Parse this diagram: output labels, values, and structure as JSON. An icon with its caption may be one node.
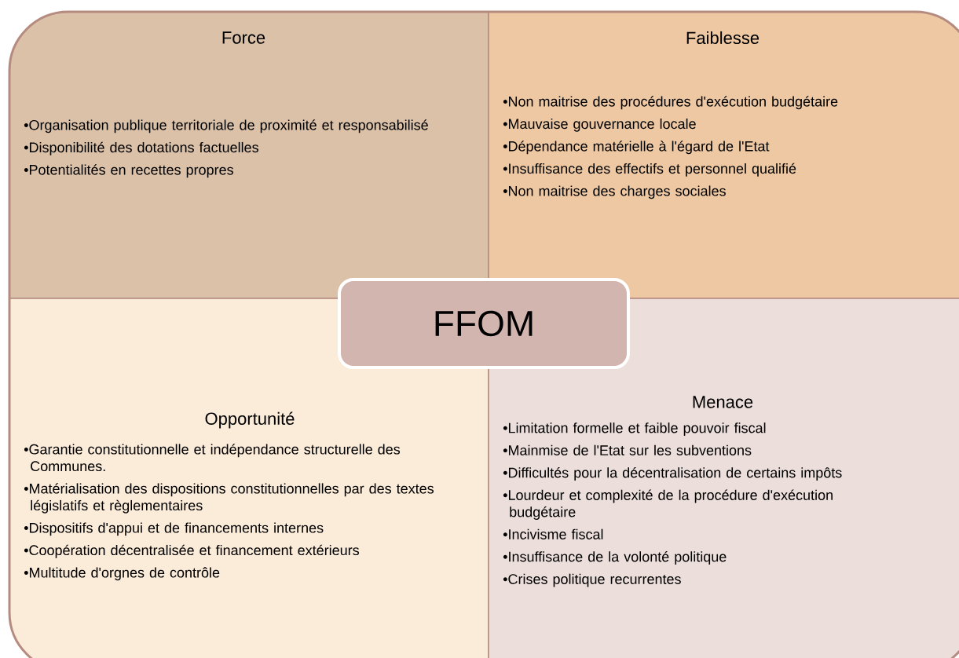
{
  "diagram": {
    "nodes": [
      {
        "text": [
          "Force",
          "•Organisation publique territoriale de proximité et responsabilisé",
          "•Disponibilité des dotations factuelles",
          "•Potentialités en recettes propres"
        ]
      },
      {
        "text": [
          "Faiblesse",
          "•Non maitrise des procédures d'exécution budgétaire",
          "•Mauvaise gouvernance locale",
          "•Dépendance matérielle à l'égard de l'Etat",
          "•Insuffisance des effectifs et personnel qualifié",
          "•Non maitrise des charges sociales"
        ]
      },
      {
        "text": [
          "Opportunité",
          "•Garantie constitutionnelle et indépendance structurelle des Communes.",
          "•Matérialisation des dispositions constitutionnelles par des textes législatifs et règlementaires",
          "•Dispositifs d'appui et de financements internes",
          "•Coopération décentralisée et financement extérieurs",
          "•Multitude d'orgnes de contrôle"
        ]
      },
      {
        "text": [
          "Menace",
          "•Limitation formelle et faible pouvoir fiscal",
          "•Mainmise de l'Etat sur les subventions",
          "•Difficultés pour la décentralisation de certains impôts",
          "•Lourdeur et complexité de la procédure d'exécution budgétaire",
          "•Incivisme fiscal",
          "•Insuffisance de la volonté politique",
          "•Crises politique recurrentes"
        ]
      },
      {
        "text": [
          "FFOM"
        ]
      }
    ]
  }
}
